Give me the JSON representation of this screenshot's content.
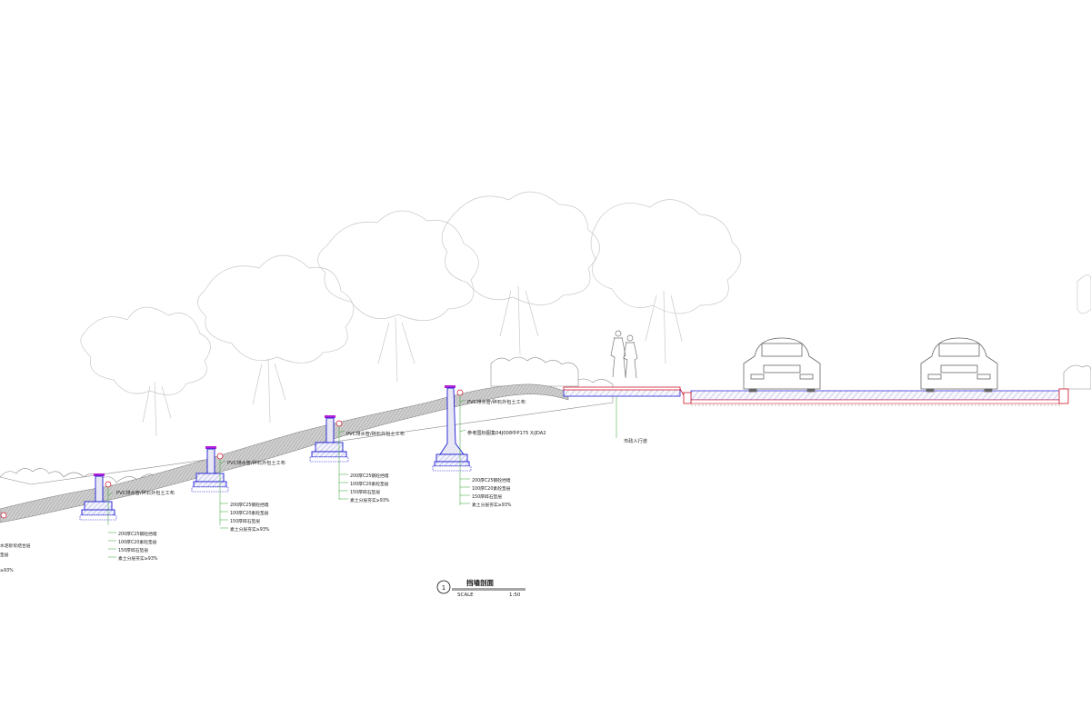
{
  "drawing": {
    "title": "挡墙剖面",
    "number": "1",
    "scale_label": "SCALE",
    "scale_value": "1:50"
  },
  "walls": [
    {
      "pipe_note": "PVC排水管/碎石外包土工布",
      "layers": [
        "200厚C25钢砼挡墙",
        "100厚C20素砼垫层",
        "150厚碎石垫层",
        "素土分层夯实≥93%"
      ]
    },
    {
      "pipe_note": "PVC排水管/碎石外包土工布",
      "layers": [
        "200厚C25钢砼挡墙",
        "100厚C20素砼垫层",
        "150厚碎石垫层",
        "素土分层夯实≥93%"
      ]
    },
    {
      "pipe_note": "PVC排水管/碎石外包土工布",
      "layers": [
        "200厚C25钢砼挡墙",
        "100厚C20素砼垫层",
        "150厚碎石垫层",
        "素土分层夯实≥93%"
      ]
    },
    {
      "pipe_note": "PVC排水管/碎石外包土工布",
      "ref_note": "参考国标图集04J008中P175 X/JDA2",
      "layers": [
        "200厚C25钢砼挡墙",
        "100厚C20素砼垫层",
        "150厚碎石垫层",
        "素土分层夯实≥93%"
      ]
    }
  ],
  "left_partial_notes": [
    "水泥砂浆结合层",
    "垫层",
    "≥93%"
  ],
  "sidewalk_label": "市政人行道",
  "colors": {
    "wall_outline": "#1b1bd6",
    "leader": "#33a033",
    "road_outline": "#d0142c",
    "cap": "#b21fd6",
    "tree_line": "#c9c9c9"
  }
}
